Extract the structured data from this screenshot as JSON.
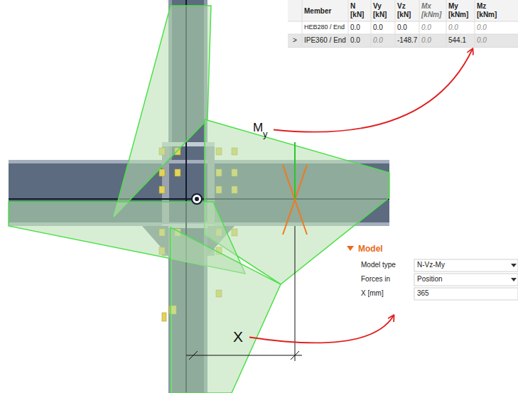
{
  "diagram": {
    "nodes": [
      {
        "text": [
          "M",
          "y"
        ]
      },
      {
        "text": [
          "Member",
          "N [kN]",
          "Vy [kN]",
          "Vz [kN]",
          "Mx [kNm]",
          "My [kNm]",
          "Mz [kNm]",
          "HEB280 / End",
          "0.0",
          "0.0",
          "0.0",
          "0.0",
          "0.0",
          "0.0",
          ">",
          "IPE360 / End",
          "0.0",
          "0.0",
          "-148.7",
          "0.0",
          "544.1",
          "0.0"
        ]
      },
      {
        "text": [
          "X"
        ]
      },
      {
        "text": [
          "Model",
          "Model type",
          "N-Vz-My",
          "Forces in",
          "Position",
          "X [mm]",
          "365"
        ]
      }
    ],
    "edges": [
      {
        "from": 0,
        "to": 1,
        "arrow": "to"
      },
      {
        "from": 2,
        "to": 3,
        "arrow": "to"
      }
    ]
  }
}
